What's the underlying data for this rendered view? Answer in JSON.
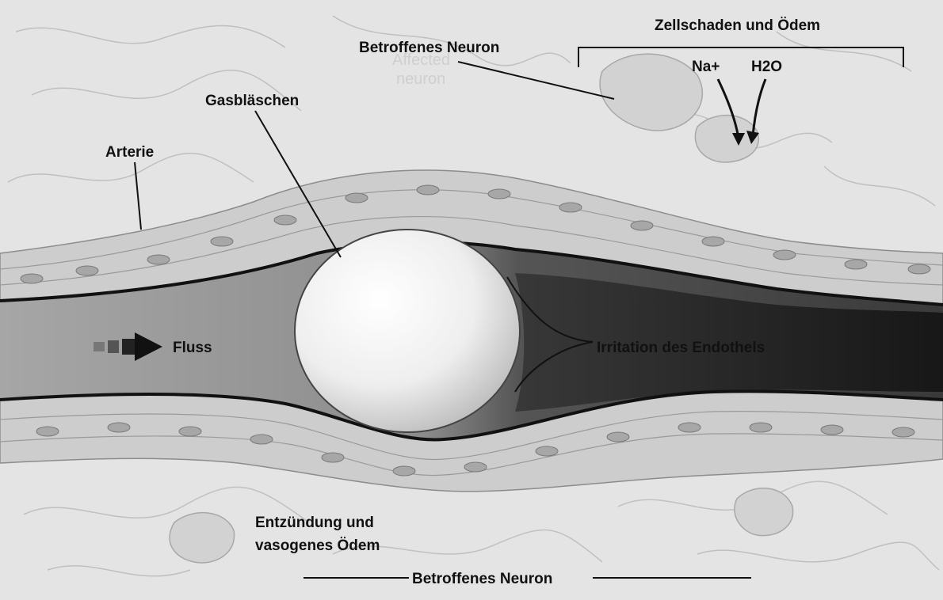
{
  "labels": {
    "affected_neuron_top": "Betroffenes Neuron",
    "cell_damage": "Zellschaden und Ödem",
    "na_ion": "Na+",
    "water": "H2O",
    "gas_bubble": "Gasbläschen",
    "artery": "Arterie",
    "flow": "Fluss",
    "endothelial_irritation": "Irritation des Endothels",
    "inflammation_line1": "Entzündung und",
    "inflammation_line2": "vasogenes Ödem",
    "affected_neuron_bottom": "Betroffenes Neuron",
    "ghost_text_line1": "Affected",
    "ghost_text_line2": "neuron"
  },
  "colors": {
    "background": "#e2e2e2",
    "tissue_light": "#d4d4d4",
    "vessel_wall": "#c8c8c8",
    "cell_nucleus": "#9a9a9a",
    "lumen": "#8e8e8e",
    "lumen_dark": "#2a2a2a",
    "bubble": "#f4f4f4",
    "ink": "#111111"
  }
}
